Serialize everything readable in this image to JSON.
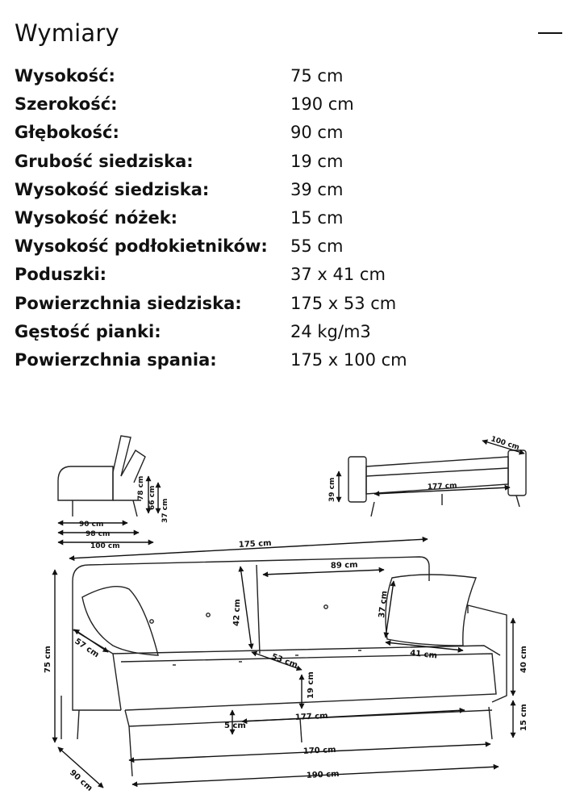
{
  "header": {
    "title": "Wymiary",
    "toggle_icon": "minus-icon"
  },
  "specs": [
    {
      "label": "Wysokość:",
      "value": "75 cm"
    },
    {
      "label": "Szerokość:",
      "value": "190 cm"
    },
    {
      "label": "Głębokość:",
      "value": "90 cm"
    },
    {
      "label": "Grubość siedziska:",
      "value": "19 cm"
    },
    {
      "label": "Wysokość siedziska:",
      "value": "39 cm"
    },
    {
      "label": "Wysokość nóżek:",
      "value": "15 cm"
    },
    {
      "label": "Wysokość podłokietników:",
      "value": "55 cm"
    },
    {
      "label": "Poduszki:",
      "value": "37 x 41 cm"
    },
    {
      "label": "Powierzchnia siedziska:",
      "value": "175 x 53 cm"
    },
    {
      "label": "Gęstość pianki:",
      "value": "24 kg/m3"
    },
    {
      "label": "Powierzchnia spania:",
      "value": "175 x 100 cm"
    }
  ],
  "drawing": {
    "side_view": {
      "d1": "90 cm",
      "d2": "98 cm",
      "d3": "100 cm",
      "h1": "78 cm",
      "h2": "66 cm",
      "h3": "37 cm"
    },
    "bed_view": {
      "depth": "100 cm",
      "length": "177 cm",
      "height": "39 cm"
    },
    "front_view": {
      "top_width": "175 cm",
      "back_cushion": "89 cm",
      "back_height": "42 cm",
      "pillow_height": "37 cm",
      "pillow_width": "41 cm",
      "arm_depth": "57 cm",
      "seat_depth": "53 cm",
      "seat_thickness": "19 cm",
      "inner_width": "177 cm",
      "gap": "5 cm",
      "arm_height": "40 cm",
      "leg_height": "15 cm",
      "total_height": "75 cm",
      "base_width": "170 cm",
      "total_width": "190 cm",
      "total_depth": "90 cm"
    }
  }
}
